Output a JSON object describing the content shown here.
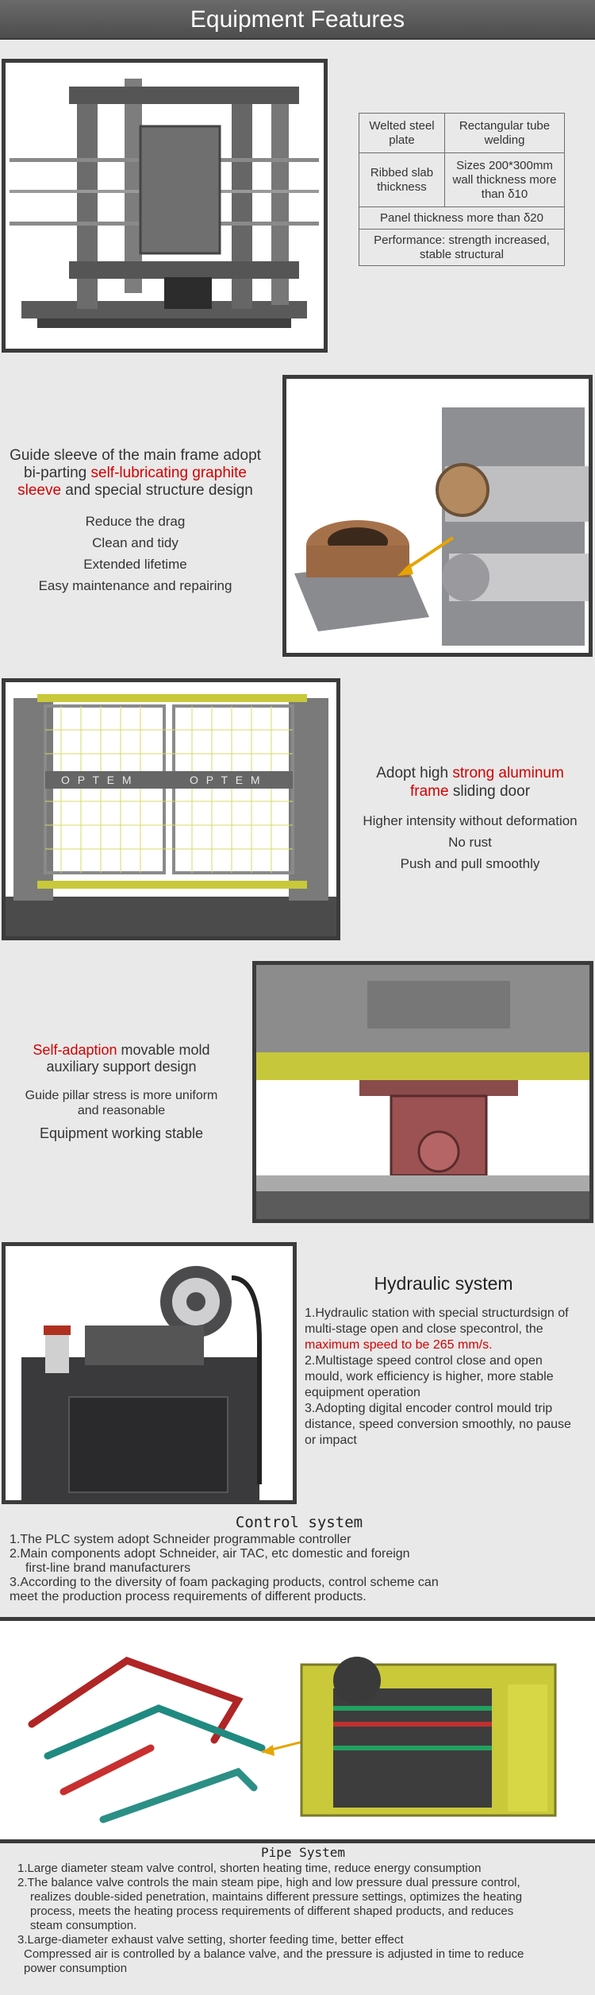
{
  "header": {
    "title": "Equipment Features"
  },
  "section1": {
    "table": {
      "r1c1": "Welted steel plate",
      "r1c2": "Rectangular tube welding",
      "r2c1": "Ribbed slab thickness",
      "r2c2": "Sizes 200*300mm wall thickness more than δ10",
      "r3": "Panel thickness more than δ20",
      "r4": "Performance: strength increased, stable structural"
    }
  },
  "section2": {
    "heading_pre": "Guide sleeve of the main frame adopt bi-parting",
    "heading_red": "self-lubricating graphite sleeve",
    "heading_post": "and special structure design",
    "items": [
      "Reduce the drag",
      "Clean and tidy",
      "Extended lifetime",
      "Easy maintenance and repairing"
    ]
  },
  "section3": {
    "heading_pre": "Adopt high",
    "heading_red": "strong aluminum frame",
    "heading_post": "sliding door",
    "items": [
      "Higher intensity without deformation",
      "No rust",
      "Push and pull smoothly"
    ],
    "panel_text": [
      "O P T E M",
      "O P T E M"
    ]
  },
  "section4": {
    "heading_red": "Self-adaption",
    "heading_post": "movable mold auxiliary support design",
    "item1": "Guide pillar stress is more uniform and reasonable",
    "item2": "Equipment working stable"
  },
  "section5": {
    "title": "Hydraulic system",
    "p1": "1.Hydraulic station with special structurdsign of multi-stage open and close specontrol, the",
    "p1_red": "maximum speed to be 265 mm/s.",
    "p2": "2.Multistage speed control close and open mould, work efficiency is higher, more stable equipment operation",
    "p3": "3.Adopting digital encoder control mould trip distance, speed conversion smoothly,  no pause or impact"
  },
  "section6": {
    "title": "Control system",
    "lines": [
      "1.The PLC system adopt Schneider programmable controller",
      "2.Main components adopt Schneider, air TAC, etc domestic and foreign",
      "first-line brand manufacturers",
      "3.According to the diversity of foam packaging products, control scheme can",
      "meet the production process requirements of different products."
    ]
  },
  "section7": {
    "title": "Pipe System",
    "lines": [
      "1.Large diameter steam valve control, shorten heating time, reduce energy consumption",
      "2.The balance valve controls the main steam pipe, high and low pressure dual pressure control,",
      "realizes double-sided penetration, maintains different pressure settings, optimizes the heating",
      "process, meets the heating process requirements of different shaped products, and reduces",
      "steam consumption.",
      "3.Large-diameter exhaust valve setting, shorter feeding time, better effect",
      "Compressed air is controlled by a balance valve, and the pressure is adjusted in time to reduce",
      "power consumption"
    ]
  },
  "colors": {
    "accent": "#d40000",
    "frame": "#3b3b3b",
    "header": "#555555"
  }
}
